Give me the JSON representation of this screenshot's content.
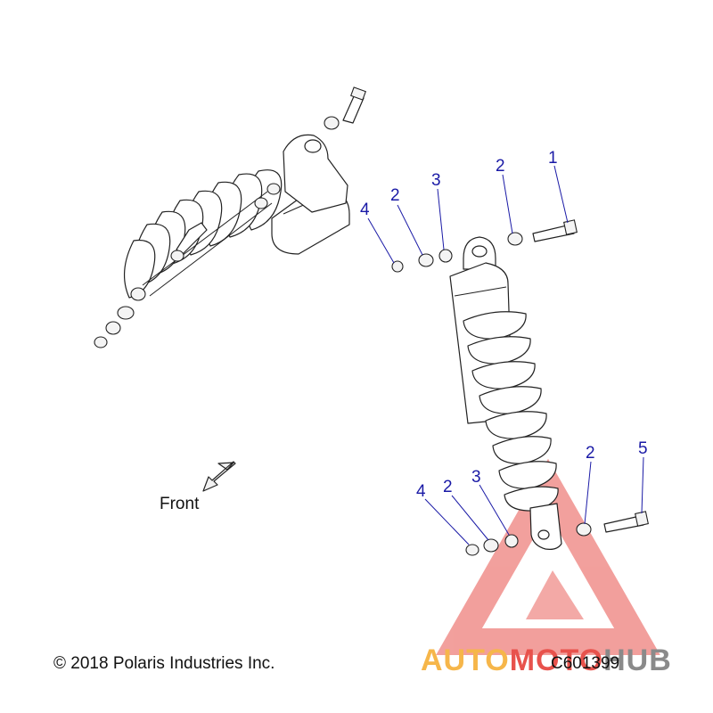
{
  "diagram": {
    "callouts": [
      {
        "id": "c1-top",
        "text": "1"
      },
      {
        "id": "c2-top-right",
        "text": "2"
      },
      {
        "id": "c2-top-left",
        "text": "2"
      },
      {
        "id": "c3-top",
        "text": "3"
      },
      {
        "id": "c4-top",
        "text": "4"
      },
      {
        "id": "c5-bottom",
        "text": "5"
      },
      {
        "id": "c2-bottom-right",
        "text": "2"
      },
      {
        "id": "c3-bottom",
        "text": "3"
      },
      {
        "id": "c2-bottom-left",
        "text": "2"
      },
      {
        "id": "c4-bottom",
        "text": "4"
      }
    ],
    "front_label": "Front",
    "copyright": "© 2018 Polaris Industries Inc.",
    "diagram_code": "C601399"
  },
  "watermark": {
    "part1": "AUTO",
    "part2": "MOTO",
    "part3": "HUB",
    "colors": {
      "orange": "#f6b64a",
      "red": "#e8524c",
      "gray": "#8a8a8a"
    }
  }
}
